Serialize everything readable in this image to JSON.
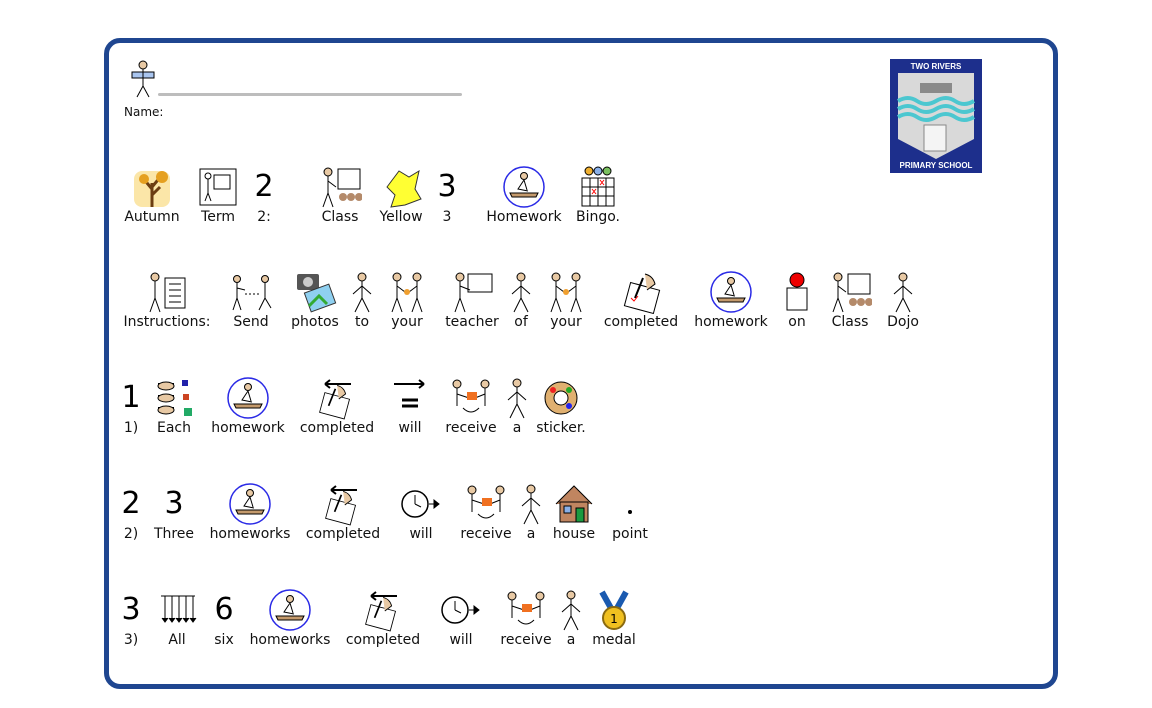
{
  "name_field": {
    "label": "Name:",
    "value": ""
  },
  "logo": {
    "top_text": "TWO RIVERS",
    "bottom_text": "PRIMARY SCHOOL"
  },
  "rows": [
    [
      {
        "label": "Autumn",
        "icon": "tree"
      },
      {
        "label": "Term",
        "icon": "term"
      },
      {
        "label": "2:",
        "icon": "num",
        "symbol": "2"
      },
      {
        "label": "Class",
        "icon": "class"
      },
      {
        "label": "Yellow",
        "icon": "yellow"
      },
      {
        "label": "3",
        "icon": "num",
        "symbol": "3"
      },
      {
        "label": "Homework",
        "icon": "homework"
      },
      {
        "label": "Bingo.",
        "icon": "bingo"
      }
    ],
    [
      {
        "label": "Instructions:",
        "icon": "list"
      },
      {
        "label": "Send",
        "icon": "send"
      },
      {
        "label": "photos",
        "icon": "photo"
      },
      {
        "label": "to",
        "icon": "none"
      },
      {
        "label": "your",
        "icon": "pair"
      },
      {
        "label": "teacher",
        "icon": "teacher"
      },
      {
        "label": "of",
        "icon": "none"
      },
      {
        "label": "your",
        "icon": "pair"
      },
      {
        "label": "completed",
        "icon": "write"
      },
      {
        "label": "homework",
        "icon": "homework"
      },
      {
        "label": "on",
        "icon": "on"
      },
      {
        "label": "Class",
        "icon": "class"
      },
      {
        "label": "Dojo",
        "icon": "none"
      }
    ],
    [
      {
        "label": "1)",
        "icon": "num",
        "symbol": "1"
      },
      {
        "label": "Each",
        "icon": "each"
      },
      {
        "label": "homework",
        "icon": "homework"
      },
      {
        "label": "completed",
        "icon": "completed"
      },
      {
        "label": "will",
        "icon": "will"
      },
      {
        "label": "receive",
        "icon": "receive"
      },
      {
        "label": "a",
        "icon": "none"
      },
      {
        "label": "sticker.",
        "icon": "sticker"
      }
    ],
    [
      {
        "label": "2)",
        "icon": "num",
        "symbol": "2"
      },
      {
        "label": "Three",
        "icon": "num",
        "symbol": "3"
      },
      {
        "label": "homeworks",
        "icon": "homework"
      },
      {
        "label": "completed",
        "icon": "completed"
      },
      {
        "label": "will",
        "icon": "clock"
      },
      {
        "label": "receive",
        "icon": "receive"
      },
      {
        "label": "a",
        "icon": "none"
      },
      {
        "label": "house",
        "icon": "house"
      },
      {
        "label": "point",
        "icon": "dot"
      }
    ],
    [
      {
        "label": "3)",
        "icon": "num",
        "symbol": "3"
      },
      {
        "label": "All",
        "icon": "all"
      },
      {
        "label": "six",
        "icon": "num",
        "symbol": "6"
      },
      {
        "label": "homeworks",
        "icon": "homework"
      },
      {
        "label": "completed",
        "icon": "completed"
      },
      {
        "label": "will",
        "icon": "clock"
      },
      {
        "label": "receive",
        "icon": "receive"
      },
      {
        "label": "a",
        "icon": "none"
      },
      {
        "label": "medal",
        "icon": "medal"
      }
    ]
  ],
  "colors": {
    "border": "#1f4690",
    "homework_circle": "#2a2ae6",
    "logo_bg": "#1d2f8c"
  }
}
